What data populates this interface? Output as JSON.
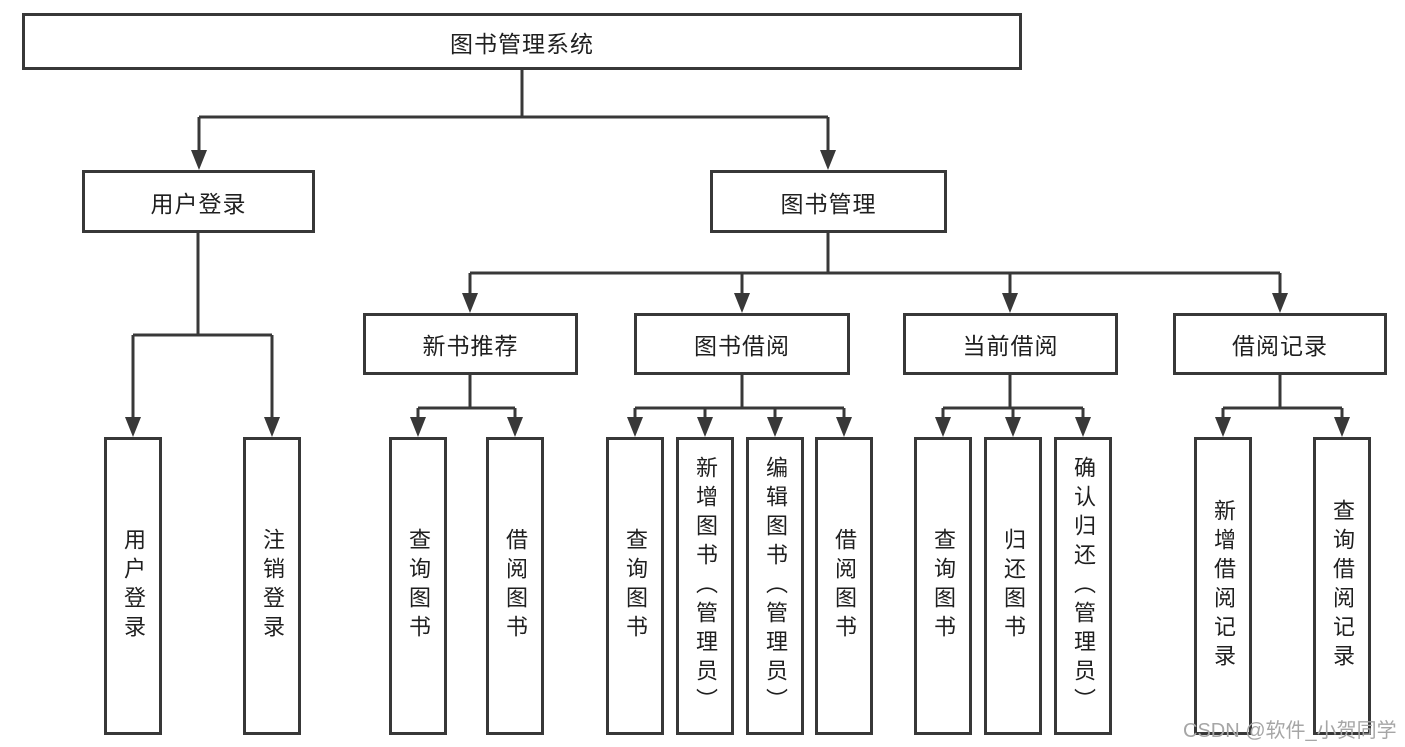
{
  "diagram_title": "图书管理系统",
  "nodes": {
    "root": {
      "label": "图书管理系统"
    },
    "user_login_branch": {
      "label": "用户登录"
    },
    "book_mgmt": {
      "label": "图书管理"
    },
    "new_book_rec": {
      "label": "新书推荐"
    },
    "book_borrow": {
      "label": "图书借阅"
    },
    "current_borrow": {
      "label": "当前借阅"
    },
    "borrow_records": {
      "label": "借阅记录"
    },
    "leaf_user_login": {
      "label": "用户登录"
    },
    "leaf_logout": {
      "label": "注销登录"
    },
    "leaf_query_books_1": {
      "label": "查询图书"
    },
    "leaf_borrow_books_1": {
      "label": "借阅图书"
    },
    "leaf_query_books_2": {
      "label": "查询图书"
    },
    "leaf_add_book": {
      "label": "新增图书（管理员）"
    },
    "leaf_edit_book": {
      "label": "编辑图书（管理员）"
    },
    "leaf_borrow_books_2": {
      "label": "借阅图书"
    },
    "leaf_query_books_3": {
      "label": "查询图书"
    },
    "leaf_return_book": {
      "label": "归还图书"
    },
    "leaf_confirm_return": {
      "label": "确认归还（管理员）"
    },
    "leaf_add_record": {
      "label": "新增借阅记录"
    },
    "leaf_query_record": {
      "label": "查询借阅记录"
    }
  },
  "hierarchy": {
    "图书管理系统": {
      "用户登录": [
        "用户登录",
        "注销登录"
      ],
      "图书管理": {
        "新书推荐": [
          "查询图书",
          "借阅图书"
        ],
        "图书借阅": [
          "查询图书",
          "新增图书（管理员）",
          "编辑图书（管理员）",
          "借阅图书"
        ],
        "当前借阅": [
          "查询图书",
          "归还图书",
          "确认归还（管理员）"
        ],
        "借阅记录": [
          "新增借阅记录",
          "查询借阅记录"
        ]
      }
    }
  },
  "watermark": {
    "text": "CSDN @软件_小贺同学"
  },
  "colors": {
    "background": "#ffffff",
    "line": "#383838",
    "box_border": "#383838",
    "text": "#1f1f1f",
    "watermark": "#a6a6a6"
  }
}
